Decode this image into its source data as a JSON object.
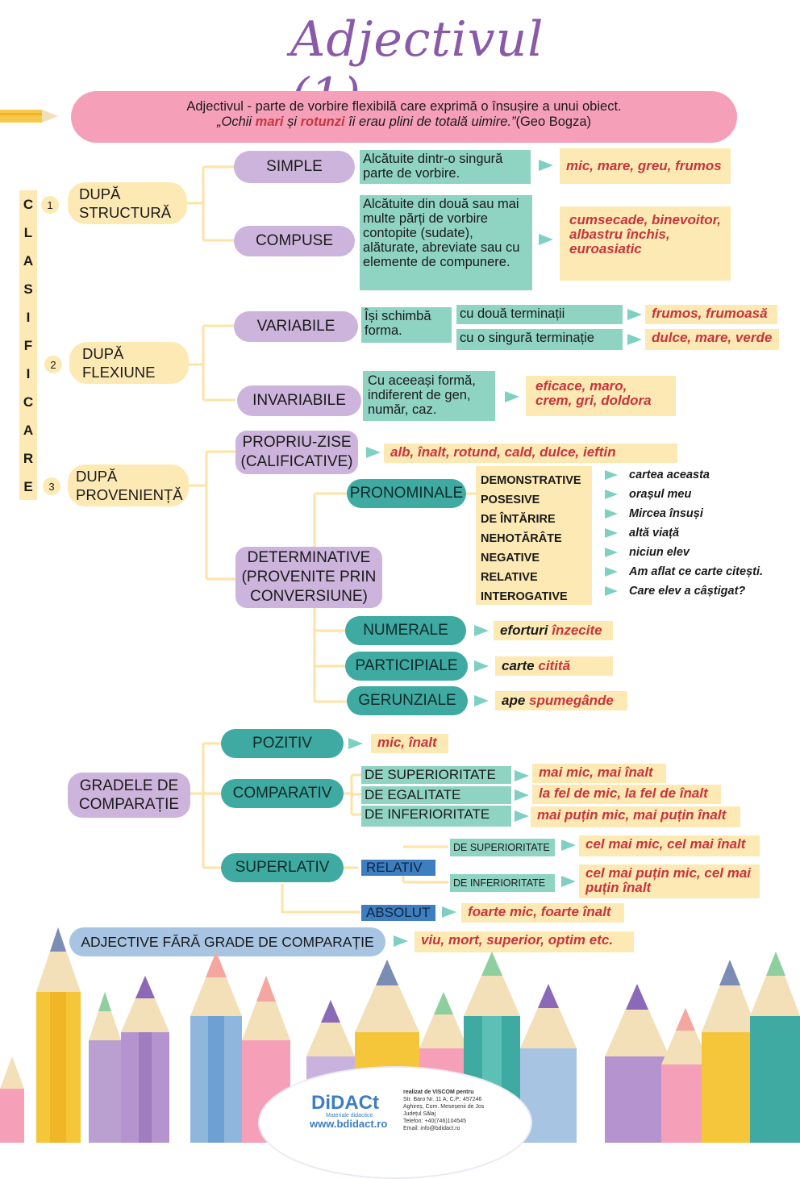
{
  "title": "Adjectivul (1)",
  "definition": {
    "line1": "Adjectivul - parte de vorbire flexibilă care exprimă o însușire a unui obiect.",
    "quote_pre": "„Ochii ",
    "quote_w1": "mari",
    "quote_mid": " și ",
    "quote_w2": "rotunzi",
    "quote_post": " îi erau plini de totală uimire.”",
    "author": "(Geo Bogza)"
  },
  "vertical_label": [
    "C",
    "L",
    "A",
    "S",
    "I",
    "F",
    "I",
    "C",
    "A",
    "R",
    "E"
  ],
  "groups": {
    "structure": {
      "num": "1",
      "label": "DUPĂ STRUCTURĂ",
      "simple": {
        "label": "SIMPLE",
        "desc": "Alcătuite dintr-o singură parte de vorbire.",
        "examples": "mic, mare, greu, frumos"
      },
      "compound": {
        "label": "COMPUSE",
        "desc": "Alcătuite din două sau mai multe părți de vorbire contopite (sudate), alăturate, abreviate sau cu elemente de compunere.",
        "examples": "cumsecade, binevoitor, albastru închis, euroasiatic"
      }
    },
    "flexion": {
      "num": "2",
      "label": "DUPĂ FLEXIUNE",
      "variable": {
        "label": "VARIABILE",
        "desc": "Își schimbă forma.",
        "two": "cu două terminații",
        "two_ex": "frumos, frumoasă",
        "one": "cu o singură terminație",
        "one_ex": "dulce, mare, verde"
      },
      "invariable": {
        "label": "INVARIABILE",
        "desc": "Cu aceeași formă, indiferent de gen, număr, caz.",
        "examples": "eficace, maro, crem, gri, doldora"
      }
    },
    "origin": {
      "num": "3",
      "label": "DUPĂ PROVENIENȚĂ",
      "proper": {
        "label": "PROPRIU-ZISE (CALIFICATIVE)",
        "examples": "alb, înalt, rotund, cald, dulce, ieftin"
      },
      "determinative": {
        "label": "DETERMINATIVE (PROVENITE PRIN CONVERSIUNE)"
      },
      "pronominal": {
        "label": "PRONOMINALE",
        "types": [
          "DEMONSTRATIVE",
          "POSESIVE",
          "DE ÎNTĂRIRE",
          "NEHOTĂRÂTE",
          "NEGATIVE",
          "RELATIVE",
          "INTEROGATIVE"
        ],
        "examples": [
          "cartea aceasta",
          "orașul meu",
          "Mircea însuși",
          "altă viață",
          "niciun elev",
          "Am aflat ce carte citești.",
          "Care elev a câștigat?"
        ]
      },
      "numeral": {
        "label": "NUMERALE",
        "ex_plain": "eforturi ",
        "ex_red": "înzecite"
      },
      "participle": {
        "label": "PARTICIPIALE",
        "ex_plain": "carte ",
        "ex_red": "citită"
      },
      "gerund": {
        "label": "GERUNZIALE",
        "ex_plain": "ape ",
        "ex_red": "spumegânde"
      }
    }
  },
  "degrees": {
    "label": "GRADELE DE COMPARAȚIE",
    "positive": {
      "label": "POZITIV",
      "ex": "mic, înalt"
    },
    "comparative": {
      "label": "COMPARATIV",
      "sup": {
        "label": "DE SUPERIORITATE",
        "ex": "mai mic, mai înalt"
      },
      "eq": {
        "label": "DE EGALITATE",
        "ex": "la fel de mic, la fel de înalt"
      },
      "inf": {
        "label": "DE INFERIORITATE",
        "ex": "mai puțin mic, mai puțin înalt"
      }
    },
    "superlative": {
      "label": "SUPERLATIV",
      "relative": {
        "label": "RELATIV",
        "sup": {
          "label": "DE SUPERIORITATE",
          "ex": "cel mai mic, cel mai înalt"
        },
        "inf": {
          "label": "DE INFERIORITATE",
          "ex": "cel mai puțin mic, cel mai puțin înalt"
        }
      },
      "absolute": {
        "label": "ABSOLUT",
        "ex": "foarte mic, foarte înalt"
      }
    }
  },
  "no_degrees": {
    "label": "ADJECTIVE FĂRĂ GRADE DE COMPARAȚIE",
    "ex": "viu, mort, superior, optim etc."
  },
  "footer": {
    "brand": "DiDACt",
    "tagline": "Materiale didactice",
    "url": "www.bdidact.ro",
    "made_by": "realizat de VISCOM pentru",
    "address": "Str. Baro Nr. 11 A, C.P.: 457246",
    "town": "Aghireș, Com. Meseșenii de Jos",
    "county": "Județul Sălaj",
    "phone": "Telefon: +40(746)104545",
    "email": "Email: info@bdidact.ro"
  },
  "colors": {
    "purple": "#cdb4dc",
    "teal": "#3eaaa2",
    "yellow": "#fde9b3",
    "mint": "#8fd3c3",
    "pink": "#f5a0b8",
    "red": "#c8343e",
    "blue": "#3d7ec0"
  }
}
